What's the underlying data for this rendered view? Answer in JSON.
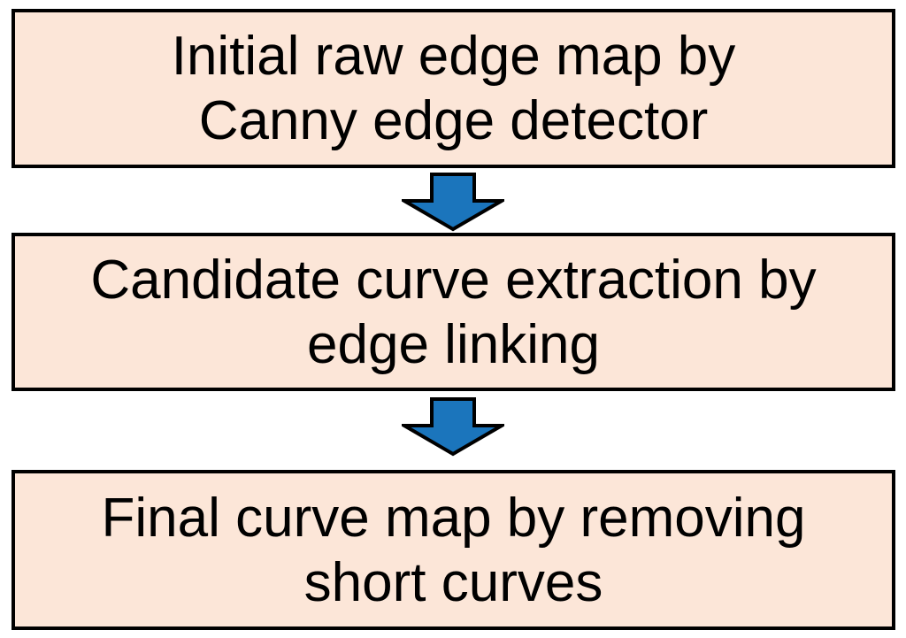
{
  "diagram": {
    "type": "flowchart",
    "direction": "top-down",
    "steps": [
      {
        "label": "Initial raw edge map by Canny edge detector",
        "lines": [
          "Initial raw edge map by",
          "Canny edge detector"
        ]
      },
      {
        "label": "Candidate curve extraction by edge linking",
        "lines": [
          "Candidate curve extraction by",
          "edge linking"
        ]
      },
      {
        "label": "Final curve map by removing short curves",
        "lines": [
          "Final curve map by removing",
          "short curves"
        ]
      }
    ],
    "connectors": [
      {
        "type": "down-arrow",
        "from": 0,
        "to": 1
      },
      {
        "type": "down-arrow",
        "from": 1,
        "to": 2
      }
    ],
    "colors": {
      "box_fill": "#FCE6D8",
      "box_border": "#000000",
      "arrow_fill": "#1B75BC",
      "arrow_outline": "#000000",
      "text": "#000000",
      "background": "#FFFFFF"
    }
  }
}
